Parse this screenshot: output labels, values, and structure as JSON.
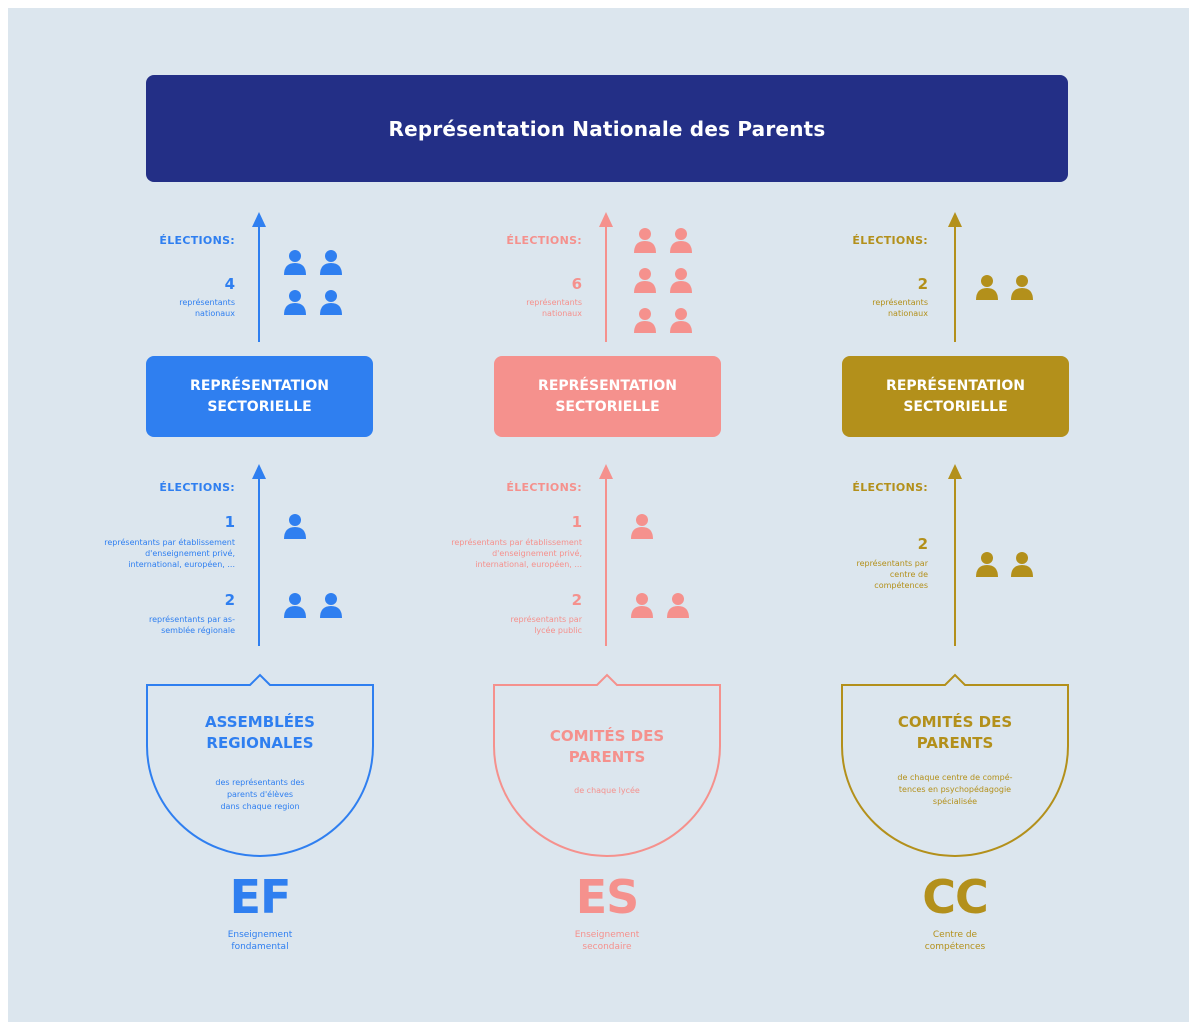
{
  "banner": {
    "title": "Représentation Nationale des Parents"
  },
  "colors": {
    "banner": "#232f86",
    "ef": "#2f7ff0",
    "es": "#f5918d",
    "cc": "#b3901b",
    "background": "#dce6ee"
  },
  "columns": [
    {
      "id": "ef",
      "top": {
        "elections_label": "ÉLECTIONS:",
        "count": "4",
        "desc": "représentants\nnationaux"
      },
      "sector": {
        "label": "REPRÉSENTATION\nSECTORIELLE"
      },
      "bottom": {
        "elections_label": "ÉLECTIONS:",
        "entries": [
          {
            "count": "1",
            "desc": "représentants par établissement\nd'enseignement privé,\ninternational, européen, ..."
          },
          {
            "count": "2",
            "desc": "représentants par as-\nsemblée régionale"
          }
        ]
      },
      "base": {
        "title": "ASSEMBLÉES\nREGIONALES",
        "desc": "des représentants des\nparents d'élèves\ndans chaque region"
      },
      "code": "EF",
      "code_label": "Enseignement\nfondamental"
    },
    {
      "id": "es",
      "top": {
        "elections_label": "ÉLECTIONS:",
        "count": "6",
        "desc": "représentants\nnationaux"
      },
      "sector": {
        "label": "REPRÉSENTATION\nSECTORIELLE"
      },
      "bottom": {
        "elections_label": "ÉLECTIONS:",
        "entries": [
          {
            "count": "1",
            "desc": "représentants par établissement\nd'enseignement privé,\ninternational, européen, ..."
          },
          {
            "count": "2",
            "desc": "représentants par\nlycée public"
          }
        ]
      },
      "base": {
        "title": "COMITÉS DES\nPARENTS",
        "desc": "de chaque lycée"
      },
      "code": "ES",
      "code_label": "Enseignement\nsecondaire"
    },
    {
      "id": "cc",
      "top": {
        "elections_label": "ÉLECTIONS:",
        "count": "2",
        "desc": "représentants\nnationaux"
      },
      "sector": {
        "label": "REPRÉSENTATION\nSECTORIELLE"
      },
      "bottom": {
        "elections_label": "ÉLECTIONS:",
        "entries": [
          {
            "count": "2",
            "desc": "représentants par\ncentre de\ncompétences"
          }
        ]
      },
      "base": {
        "title": "COMITÉS DES\nPARENTS",
        "desc": "de chaque centre de compé-\ntences en psychopédagogie\nspécialisée"
      },
      "code": "CC",
      "code_label": "Centre de\ncompétences"
    }
  ]
}
